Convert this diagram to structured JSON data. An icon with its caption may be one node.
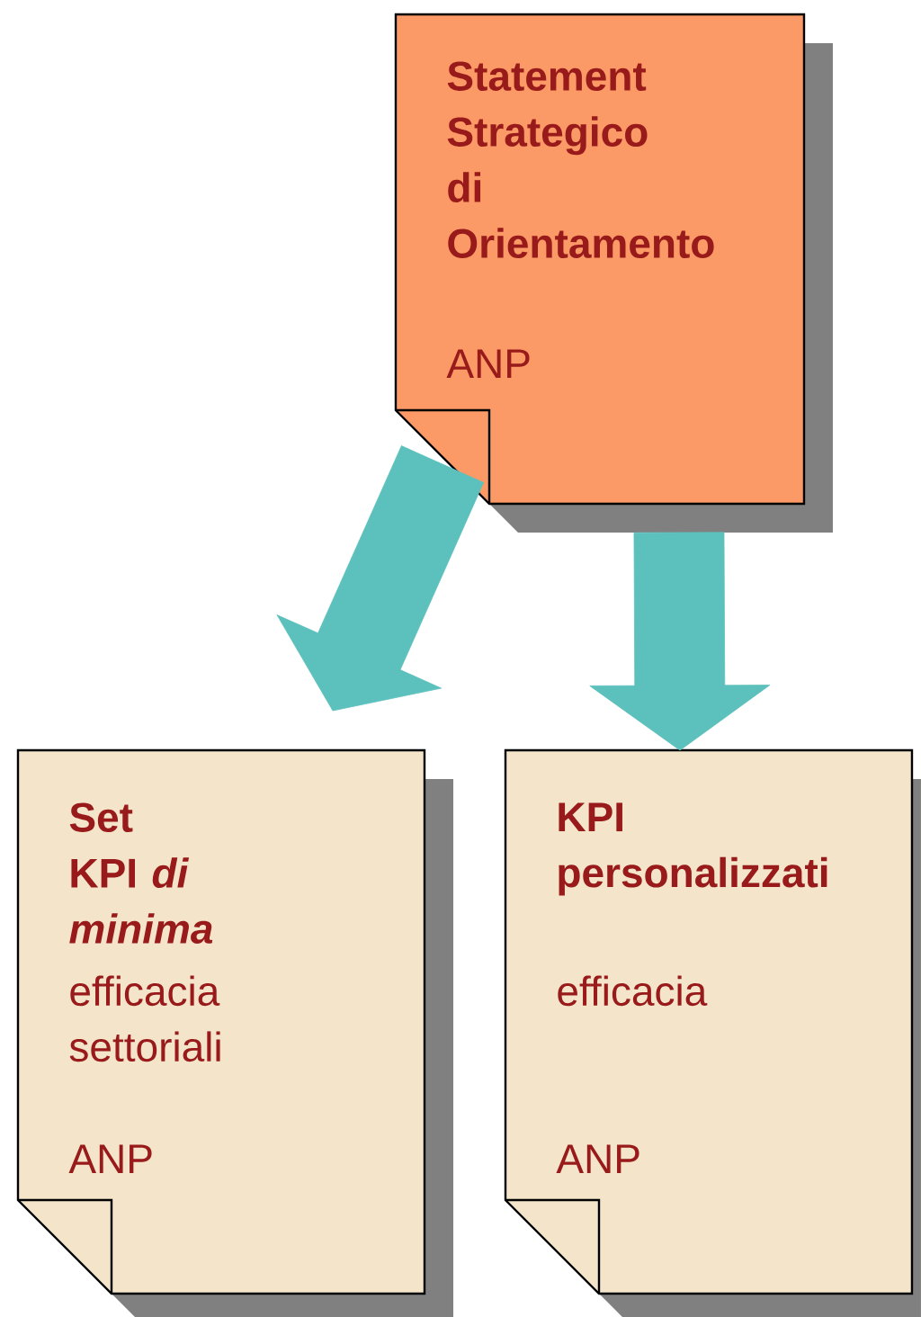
{
  "diagram": {
    "nodes": [
      {
        "text": [
          "Statement Strategico di Orientamento",
          "ANP"
        ]
      },
      {
        "text": [
          "Set KPI *di minima*",
          "efficacia settoriali",
          "ANP"
        ]
      },
      {
        "text": [
          "KPI personalizzati",
          "efficacia",
          "ANP"
        ]
      }
    ],
    "edges": [
      {
        "from": 0,
        "to": 1,
        "arrow": "to"
      },
      {
        "from": 0,
        "to": 2,
        "arrow": "to"
      }
    ]
  }
}
